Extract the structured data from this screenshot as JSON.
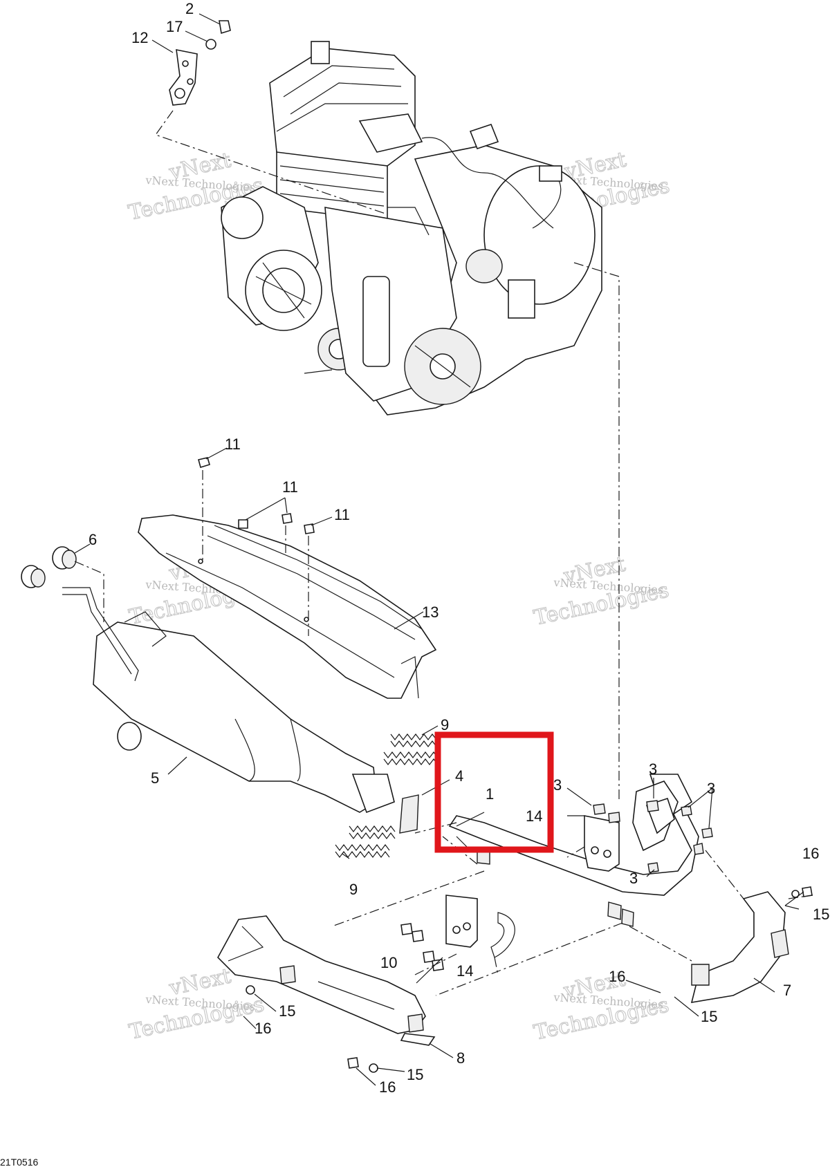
{
  "callouts": [
    {
      "id": "c-2",
      "label": "2"
    },
    {
      "id": "c-17",
      "label": "17"
    },
    {
      "id": "c-12",
      "label": "12"
    },
    {
      "id": "c-11a",
      "label": "11"
    },
    {
      "id": "c-11b",
      "label": "11"
    },
    {
      "id": "c-11c",
      "label": "11"
    },
    {
      "id": "c-6",
      "label": "6"
    },
    {
      "id": "c-13",
      "label": "13"
    },
    {
      "id": "c-9a",
      "label": "9"
    },
    {
      "id": "c-4",
      "label": "4"
    },
    {
      "id": "c-1",
      "label": "1"
    },
    {
      "id": "c-3a",
      "label": "3"
    },
    {
      "id": "c-14a",
      "label": "14"
    },
    {
      "id": "c-3b",
      "label": "3"
    },
    {
      "id": "c-3c",
      "label": "3"
    },
    {
      "id": "c-3d",
      "label": "3"
    },
    {
      "id": "c-5",
      "label": "5"
    },
    {
      "id": "c-9b",
      "label": "9"
    },
    {
      "id": "c-16a",
      "label": "16"
    },
    {
      "id": "c-15a",
      "label": "15"
    },
    {
      "id": "c-10",
      "label": "10"
    },
    {
      "id": "c-14b",
      "label": "14"
    },
    {
      "id": "c-7",
      "label": "7"
    },
    {
      "id": "c-16b",
      "label": "16"
    },
    {
      "id": "c-15b",
      "label": "15"
    },
    {
      "id": "c-15c",
      "label": "15"
    },
    {
      "id": "c-16c",
      "label": "16"
    },
    {
      "id": "c-8",
      "label": "8"
    },
    {
      "id": "c-15d",
      "label": "15"
    },
    {
      "id": "c-16d",
      "label": "16"
    }
  ],
  "watermark": {
    "small": "vNext Technologies",
    "big_top": "vNext",
    "big_bottom": "Technologies"
  },
  "figure_code": "21T0516",
  "highlight_color": "#e0161b"
}
